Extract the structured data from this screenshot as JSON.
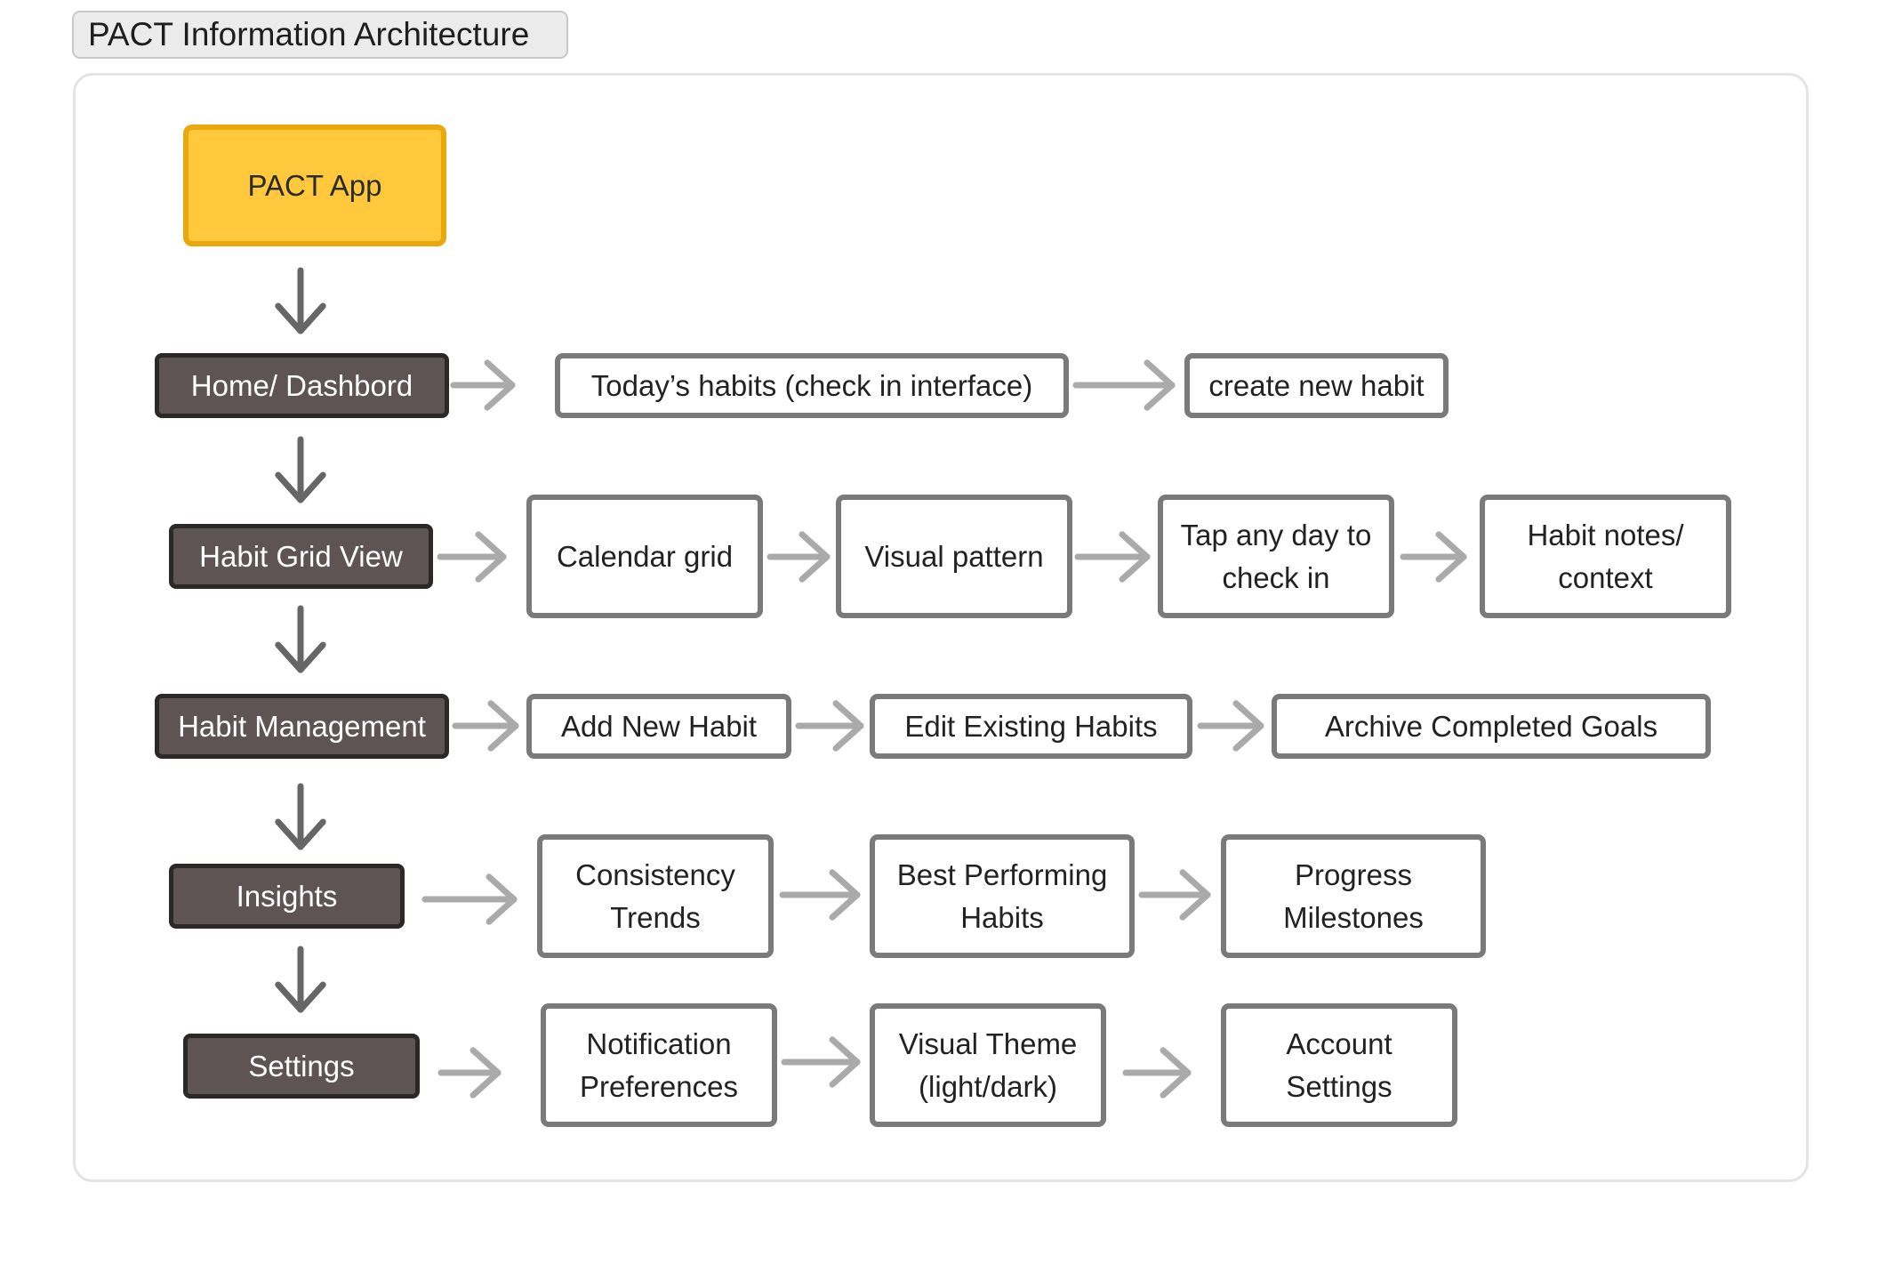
{
  "title": "PACT Information Architecture",
  "root": {
    "label": "PACT App"
  },
  "rows": [
    {
      "section": "Home/ Dashbord",
      "items": [
        "Today’s habits (check in interface)",
        "create new habit"
      ]
    },
    {
      "section": "Habit Grid View",
      "items": [
        "Calendar grid",
        "Visual pattern",
        "Tap any day to\ncheck in",
        "Habit notes/\ncontext"
      ]
    },
    {
      "section": "Habit Management",
      "items": [
        "Add New Habit",
        "Edit Existing Habits",
        "Archive Completed Goals"
      ]
    },
    {
      "section": "Insights",
      "items": [
        "Consistency\nTrends",
        "Best Performing\nHabits",
        "Progress\nMilestones"
      ]
    },
    {
      "section": "Settings",
      "items": [
        "Notification\nPreferences",
        "Visual Theme\n(light/dark)",
        "Account\nSettings"
      ]
    }
  ],
  "colors": {
    "root_fill": "#ffc83d",
    "root_border": "#eba80c",
    "section_fill": "#5e5454",
    "section_border": "#2d2828",
    "leaf_border": "#7a7a7a",
    "vertical_arrow": "#666666",
    "horizontal_arrow": "#aaaaaa"
  }
}
